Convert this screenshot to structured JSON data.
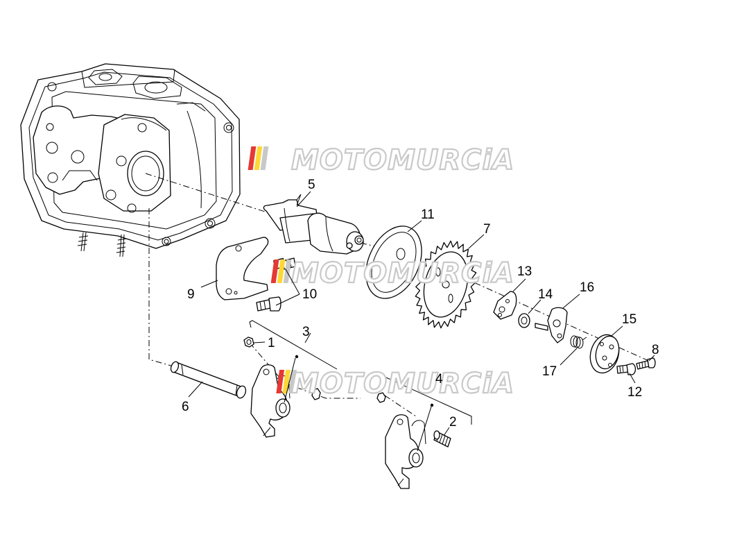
{
  "watermark": {
    "text": "MOTOMURCiA",
    "stripe_colors": [
      "#e53935",
      "#fdd835",
      "#c8c8c8"
    ]
  },
  "callouts": {
    "c1": "1",
    "c2": "2",
    "c3": "3",
    "c4": "4",
    "c5": "5",
    "c6": "6",
    "c7": "7",
    "c8": "8",
    "c9": "9",
    "c10": "10",
    "c11": "11",
    "c12": "12",
    "c13": "13",
    "c14": "14",
    "c15": "15",
    "c16": "16",
    "c17": "17"
  }
}
